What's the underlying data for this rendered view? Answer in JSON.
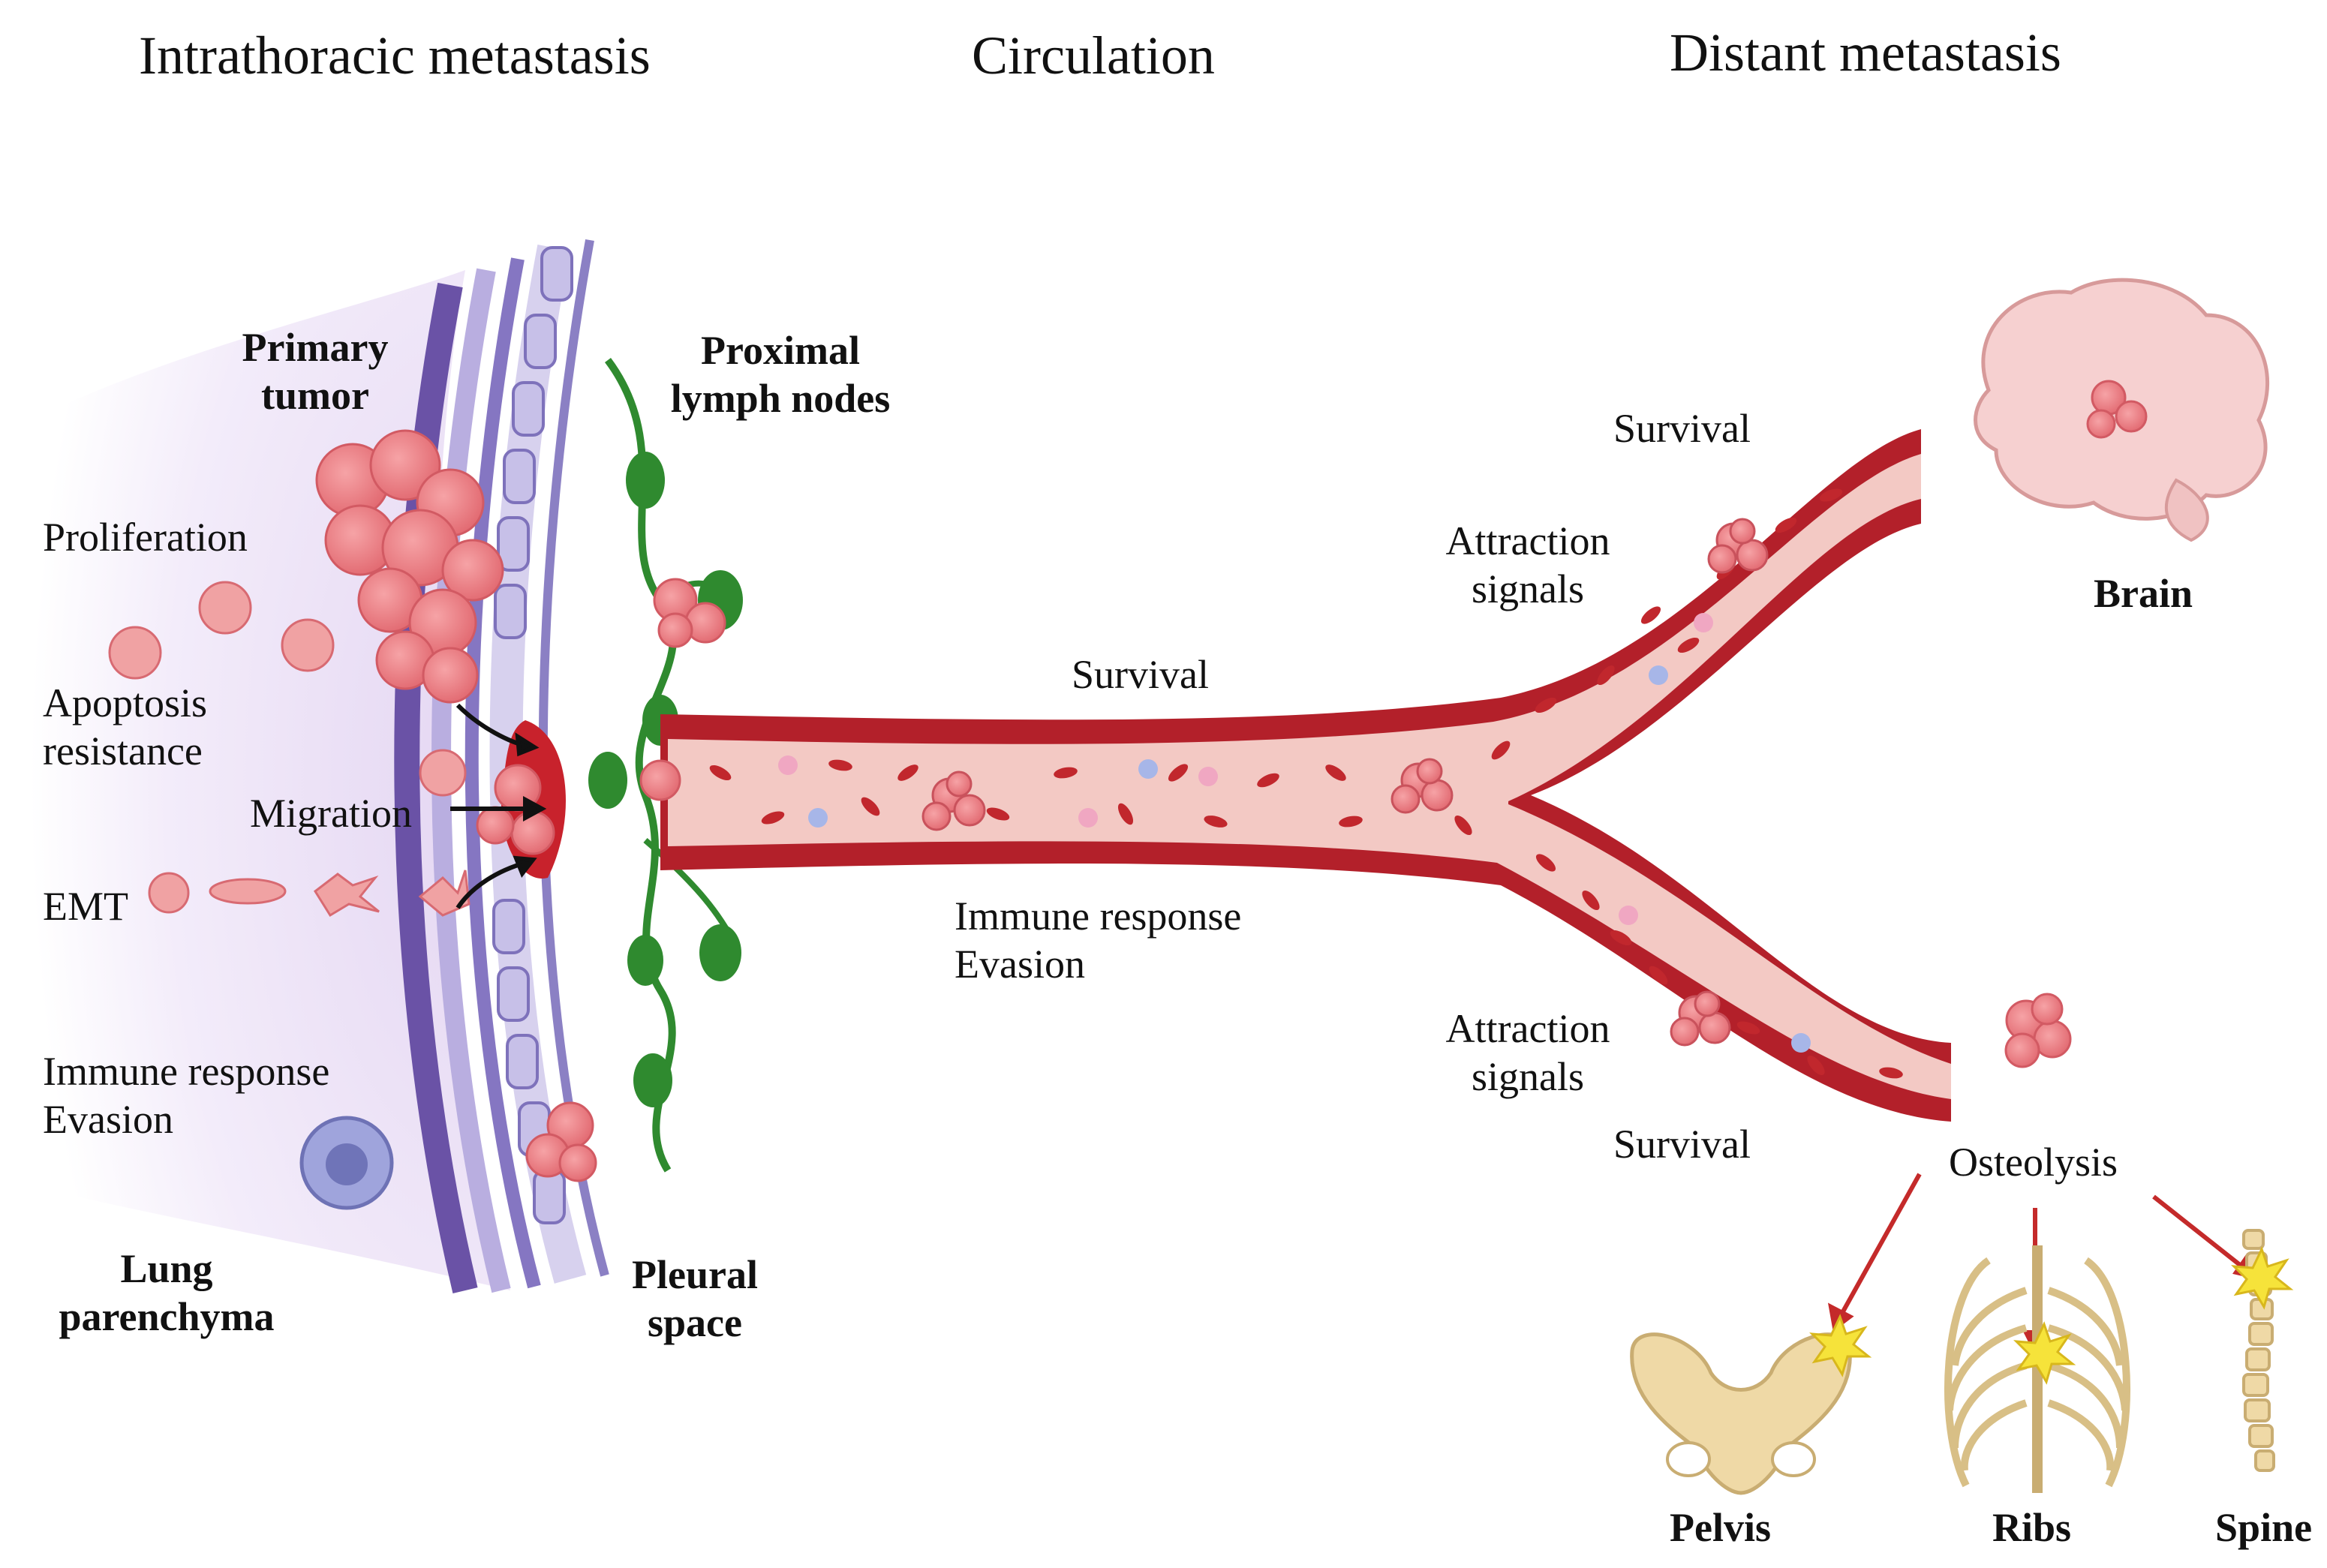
{
  "headers": {
    "intrathoracic": "Intrathoracic metastasis",
    "circulation": "Circulation",
    "distant": "Distant metastasis"
  },
  "left": {
    "primary_tumor": [
      "Primary",
      "tumor"
    ],
    "proliferation": "Proliferation",
    "apoptosis": [
      "Apoptosis",
      "resistance"
    ],
    "migration": "Migration",
    "emt": "EMT",
    "immune": [
      "Immune response",
      "Evasion"
    ],
    "lung": [
      "Lung",
      "parenchyma"
    ]
  },
  "middle": {
    "lymph": [
      "Proximal",
      "lymph nodes"
    ],
    "pleural": [
      "Pleural",
      "space"
    ],
    "survival": "Survival",
    "immune": [
      "Immune response",
      "Evasion"
    ]
  },
  "right": {
    "survival_top": "Survival",
    "attraction_top": [
      "Attraction",
      "signals"
    ],
    "attraction_bottom": [
      "Attraction",
      "signals"
    ],
    "survival_bottom": "Survival",
    "brain": "Brain",
    "osteolysis": "Osteolysis",
    "pelvis": "Pelvis",
    "ribs": "Ribs",
    "spine": "Spine"
  },
  "colors": {
    "vessel_wall": "#b3202a",
    "vessel_lumen": "#f3c9c4",
    "tumor_cell": "#e86f76",
    "lymph": "#2f8a2f",
    "pleura": "#6d55a8",
    "bone": "#efd9a6",
    "lung_tint": "#ece1f6"
  }
}
